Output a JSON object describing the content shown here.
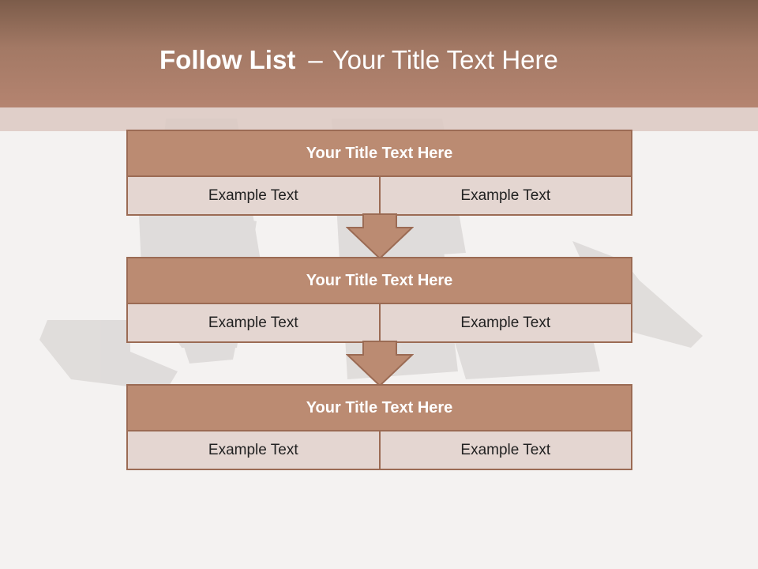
{
  "header": {
    "title_bold": "Follow List",
    "title_separator": "–",
    "title_rest": "Your Title Text Here"
  },
  "blocks": [
    {
      "title": "Your Title Text Here",
      "left": "Example Text",
      "right": "Example Text"
    },
    {
      "title": "Your Title Text Here",
      "left": "Example Text",
      "right": "Example Text"
    },
    {
      "title": "Your Title Text Here",
      "left": "Example Text",
      "right": "Example Text"
    }
  ],
  "colors": {
    "header_top": "#7c5c4a",
    "header_bottom": "#b58470",
    "block_title_fill": "#bb8b72",
    "block_cell_fill": "#e4d6d1",
    "border": "#9b6b54"
  }
}
